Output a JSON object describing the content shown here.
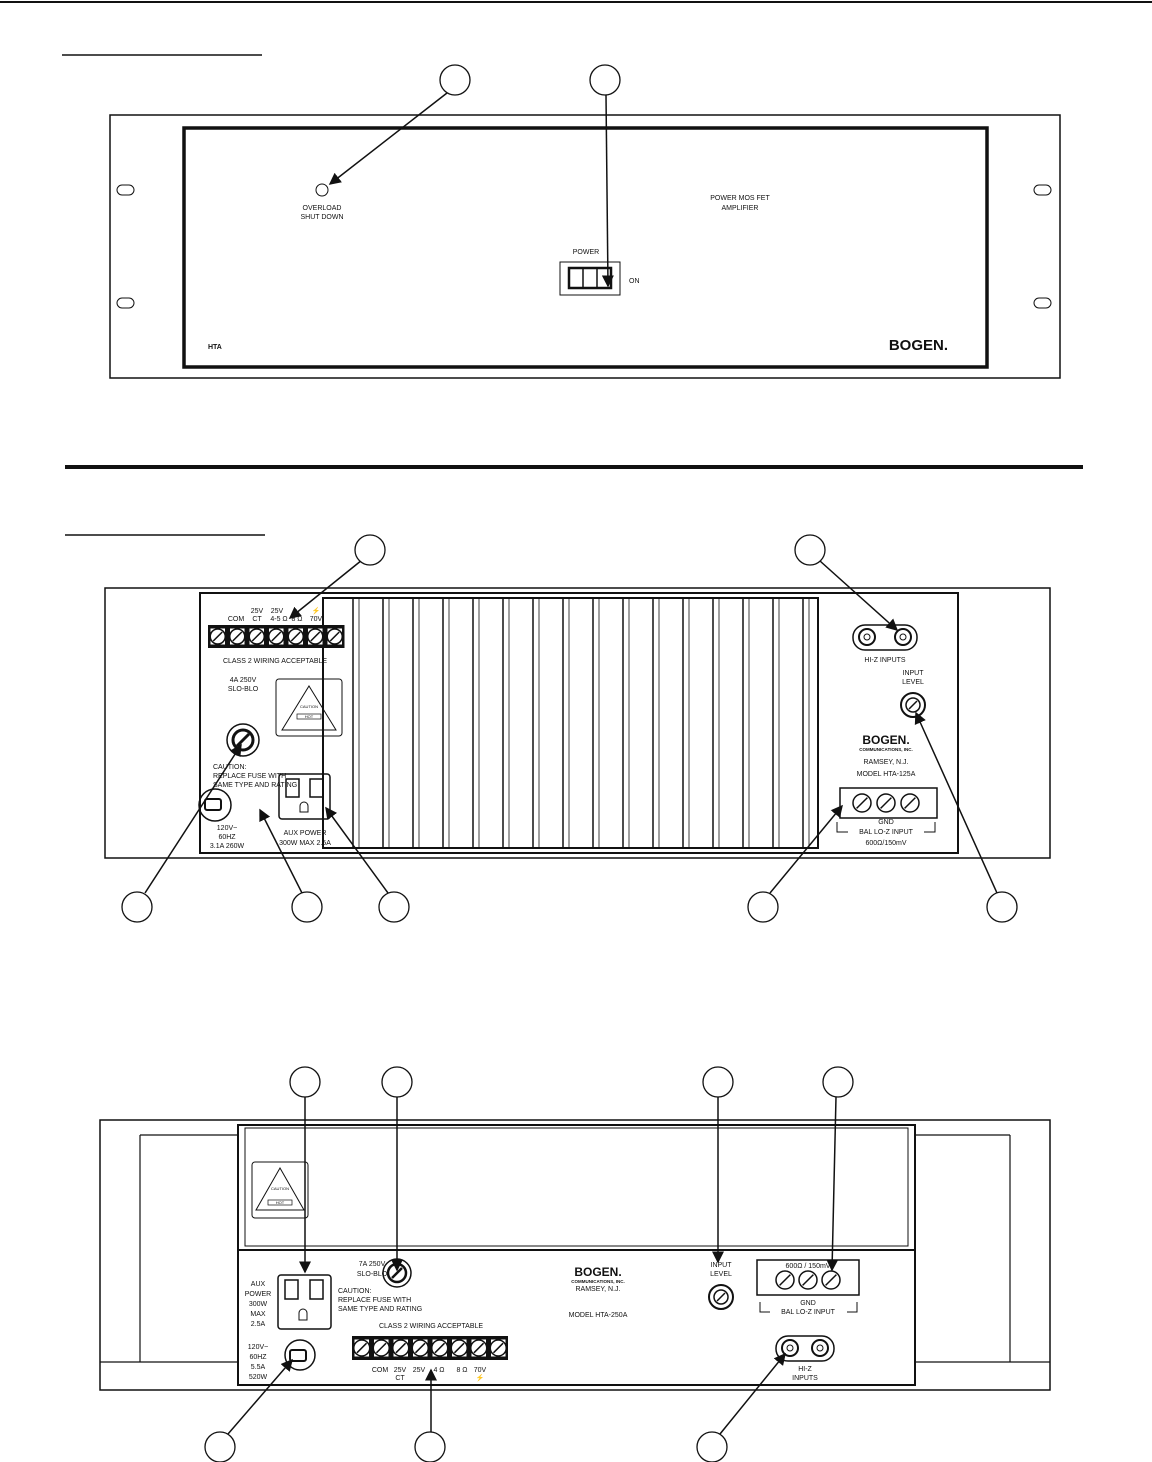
{
  "front_panel": {
    "led_label": [
      "OVERLOAD",
      "SHUT DOWN"
    ],
    "title": [
      "POWER MOS FET",
      "AMPLIFIER"
    ],
    "power_label": "POWER",
    "on_label": "ON",
    "model_short": "HTA",
    "brand": "BOGEN."
  },
  "rear_125": {
    "terminal_top": [
      "25V",
      "25V"
    ],
    "terminal_labels": [
      "COM",
      "CT",
      "4-5 Ω",
      "8 Ω",
      "70V",
      "⚡"
    ],
    "class2": "CLASS 2 WIRING ACCEPTABLE",
    "fuse": [
      "4A 250V",
      "SLO-BLO"
    ],
    "caution": [
      "CAUTION:",
      "REPLACE FUSE WITH",
      "SAME TYPE AND RATING"
    ],
    "hot_label": [
      "CAUTION",
      "HOT"
    ],
    "power_in": [
      "120V~",
      "60HZ",
      "3.1A 260W"
    ],
    "aux_power": [
      "AUX POWER",
      "300W MAX 2.5A"
    ],
    "hiz": "HI-Z INPUTS",
    "input_level": [
      "INPUT",
      "LEVEL"
    ],
    "brand": "BOGEN.",
    "brand_sub": "COMMUNICATIONS, INC.",
    "city": "RAMSEY, N.J.",
    "model": "MODEL HTA-125A",
    "loz": [
      "GND",
      "BAL LO-Z INPUT",
      "600Ω/150mV"
    ]
  },
  "rear_250": {
    "hot_label": [
      "CAUTION",
      "HOT"
    ],
    "aux_power": [
      "AUX",
      "POWER",
      "300W",
      "MAX",
      "2.5A"
    ],
    "fuse": [
      "7A 250V",
      "SLO-BLO"
    ],
    "caution": [
      "CAUTION:",
      "REPLACE FUSE WITH",
      "SAME TYPE AND RATING"
    ],
    "brand": "BOGEN.",
    "brand_sub": "COMMUNICATIONS, INC.",
    "city": "RAMSEY, N.J.",
    "model": "MODEL HTA-250A",
    "input_level": [
      "INPUT",
      "LEVEL"
    ],
    "loz": [
      "600Ω / 150mV",
      "GND",
      "BAL LO-Z INPUT"
    ],
    "hiz": [
      "HI-Z",
      "INPUTS"
    ],
    "power_in": [
      "120V~",
      "60HZ",
      "5.5A",
      "520W"
    ],
    "class2": "CLASS 2 WIRING ACCEPTABLE",
    "terminal_labels": [
      "COM",
      "25V",
      "CT",
      "25V",
      "4 Ω",
      "8 Ω",
      "70V",
      "⚡"
    ]
  }
}
